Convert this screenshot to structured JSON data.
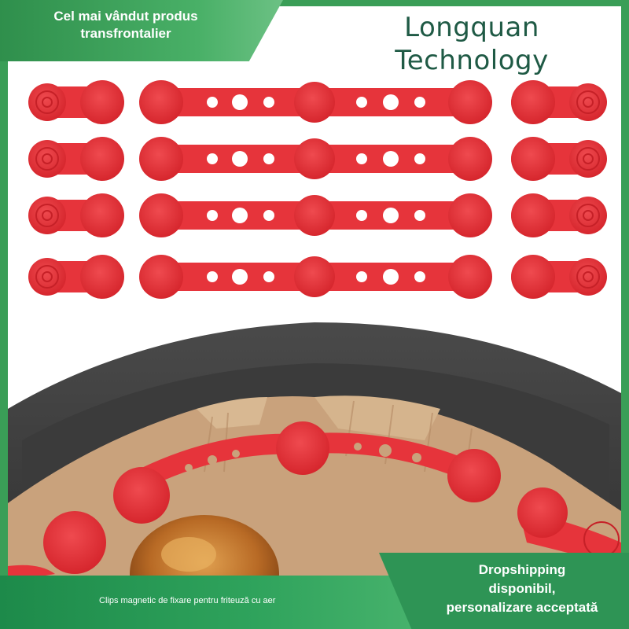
{
  "badge": {
    "text": "Cel mai vândut produs transfrontalier"
  },
  "brand": {
    "line1": "Longquan",
    "line2": "Technology"
  },
  "caption": {
    "text": "Clips magnetic de fixare pentru friteuză cu aer"
  },
  "promo": {
    "line1": "Dropshipping",
    "line2": "disponibil,",
    "line3": "personalizare acceptată"
  },
  "colors": {
    "accent_green": "#3a9e57",
    "clip_red": "#e8343a",
    "basket_gray": "#3d3d3d",
    "liner_tan": "#c9a27c"
  },
  "icons": [
    "silicone-clip-single",
    "silicone-strap-double",
    "air-fryer-basket",
    "parchment-liner",
    "roast-chicken"
  ]
}
